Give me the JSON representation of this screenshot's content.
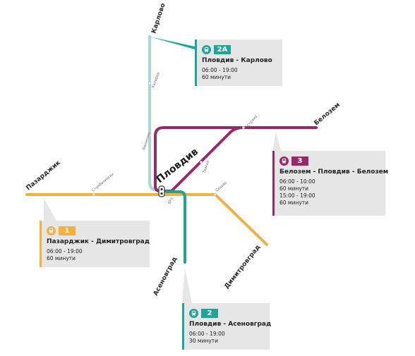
{
  "colors": {
    "line_2A": "#a9d9d6",
    "line_2": "#1fa595",
    "line_3": "#952a69",
    "line_1": "#f4b13e",
    "card_bg": "#e6e6e6",
    "station_text": "#6d6d6d"
  },
  "map": {
    "hub": "Пловдив",
    "cities": {
      "karlovo": "Карлово",
      "belozem": "Белозем",
      "pazardzhik": "Пазарджик",
      "asenovgrad": "Асеновград",
      "dimitrovgrad": "Димитровград"
    },
    "stations": {
      "kalofer": "Калофер",
      "filipovo": "Филипово",
      "stamboliyski": "Стамболийски",
      "trakiya": "Тракия",
      "sadovo": "Садово",
      "stryama": "Стряма",
      "vrg": "ВРЗ"
    }
  },
  "cards": {
    "c2A": {
      "icon": "train-icon",
      "number": "2А",
      "route": "Пловдив - Карлово",
      "schedule": [
        "06:00 - 19:00",
        "60 минути"
      ]
    },
    "c3": {
      "icon": "train-icon",
      "number": "3",
      "route": "Белозем - Пловдив - Белозем",
      "schedule": [
        "06:00 - 10:00",
        "60 минути",
        "15:00 - 19:00",
        "60 минути"
      ]
    },
    "c1": {
      "icon": "train-icon",
      "number": "1",
      "route": "Пазарджик - Димитровград",
      "schedule": [
        "06:00 - 19:00",
        "60 минути"
      ]
    },
    "c2": {
      "icon": "train-icon",
      "number": "2",
      "route": "Пловдив - Асеновград",
      "schedule": [
        "06:00 - 19:00",
        "30 минути"
      ]
    }
  }
}
